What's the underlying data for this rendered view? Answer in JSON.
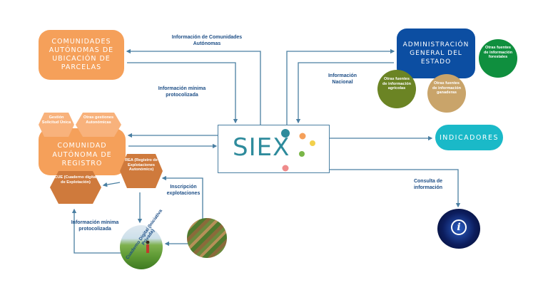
{
  "nodes": {
    "comunidades": "Comunidades Autónomas de ubicación de parcelas",
    "comunidad_registro": "Comunidad Autónoma de registro",
    "gestion": "Gestión Solicitud Única",
    "otras_gestiones": "Otras gestiones Autonómicas",
    "rea": "REA (Registro de Explotaciones Autonómico)",
    "cue": "CUE (Cuaderno digital de Explotación)",
    "admin": "Administración General del Estado",
    "forestales": "Otras fuentes de información forestales",
    "agricolas": "Otras fuentes de información agrícolas",
    "ganaderas": "Otras fuentes de información ganaderas",
    "indicadores": "Indicadores",
    "siex": "SIEX",
    "cuaderno_privado": "Cuaderno Digital (Iniciativa Privada)"
  },
  "labels": {
    "info_comunidades": "Información de Comunidades Autónomas",
    "info_minima_top": "Información mínima protocolizada",
    "info_nacional": "Información Nacional",
    "inscripcion": "Inscripción explotaciones",
    "info_minima_bottom": "Información mínima protocolizada",
    "consulta": "Consulta de información"
  },
  "colors": {
    "orange": "#f5a05a",
    "hex_orange": "#f8b27c",
    "brown": "#cf7a3c",
    "navy": "#0c4ea2",
    "green_dark": "#0f8f3e",
    "olive": "#6b8424",
    "tan": "#c9a46a",
    "cyan": "#1ab9c8",
    "teal": "#2e8b9c",
    "arrow": "#4a7fa2",
    "label": "#1d4e86"
  },
  "icons": [
    "info-icon"
  ]
}
